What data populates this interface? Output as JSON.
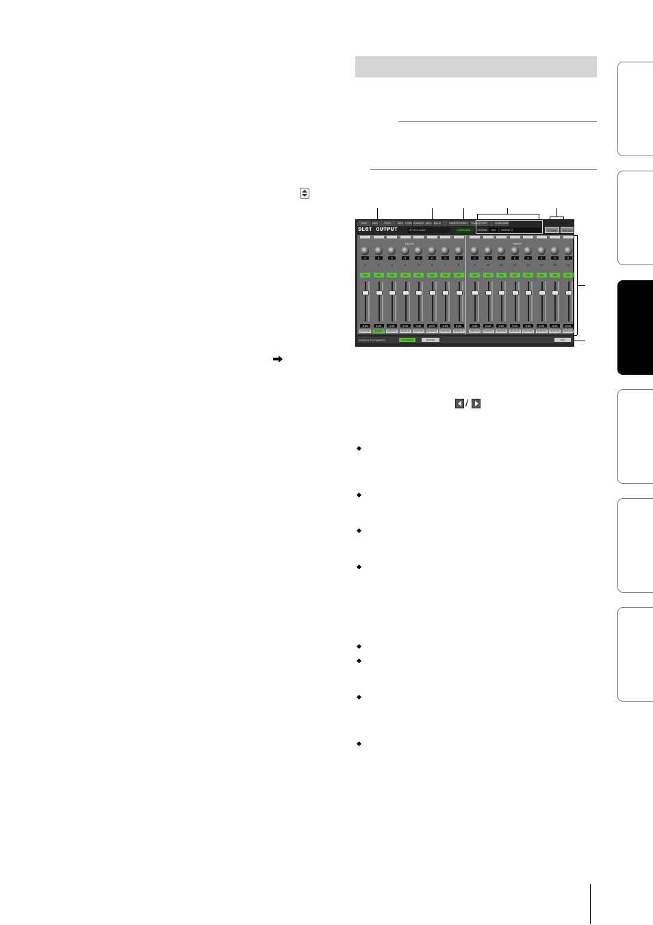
{
  "screenshot": {
    "title": "SLOT OUTPUT",
    "library_name": "#F16-Cubase",
    "status": "CASCADE",
    "scene_label": "SCENE",
    "scene_number": "010",
    "scene_name": "SCENE 3",
    "store_label": "STORE",
    "recall_label": "RECALL",
    "tabs": [
      "MIDI SETUP",
      "MIDI",
      "PGM CHANGE",
      "MIDI",
      "CTRL",
      "CHANGE",
      "MIDI",
      "BULK",
      "",
      "FADER START",
      "TRANSPORT",
      "",
      "CASCADE"
    ],
    "delay_label": "DELAY",
    "on_label": "ON",
    "channels": [
      {
        "number": "1",
        "knob": "3",
        "fader": "0.00",
        "label": "MONITOR"
      },
      {
        "number": "2",
        "knob": "0",
        "fader": "0.00",
        "label": "STEREO"
      },
      {
        "number": "3",
        "knob": "0",
        "fader": "0.00",
        "label": "MONITOR"
      },
      {
        "number": "4",
        "knob": "3",
        "fader": "0.00",
        "label": "MONITOR"
      },
      {
        "number": "5",
        "knob": "6",
        "fader": "0.00",
        "label": "MONITOR"
      },
      {
        "number": "6",
        "knob": "0",
        "fader": "0.00",
        "label": "MONITOR"
      },
      {
        "number": "7",
        "knob": "0",
        "fader": "0.00",
        "label": "MONITOR"
      },
      {
        "number": "8",
        "knob": "6",
        "fader": "0.00",
        "label": "MONITOR"
      },
      {
        "number": "9",
        "knob": "0",
        "fader": "0.00",
        "label": "MONITOR"
      },
      {
        "number": "10",
        "knob": "0",
        "fader": "0.00",
        "label": "MONITOR"
      },
      {
        "number": "11",
        "knob": "0",
        "fader": "0.00",
        "label": "MONITOR"
      },
      {
        "number": "12",
        "knob": "0",
        "fader": "0.00",
        "label": "MONITOR"
      },
      {
        "number": "13",
        "knob": "3",
        "fader": "0.00",
        "label": "MONITOR"
      },
      {
        "number": "14",
        "knob": "0",
        "fader": "0.00",
        "label": "MONITOR"
      },
      {
        "number": "15",
        "knob": "0",
        "fader": "0.00",
        "label": "MONITOR"
      },
      {
        "number": "16",
        "knob": "0",
        "fader": "0.00",
        "label": "MONITOR"
      }
    ],
    "assign_label": "ASSIGN TO FADERS",
    "faders_on_label": "ON FADERS",
    "master_label": "MASTER",
    "off_label": "OFF"
  },
  "nav_separator": "/"
}
